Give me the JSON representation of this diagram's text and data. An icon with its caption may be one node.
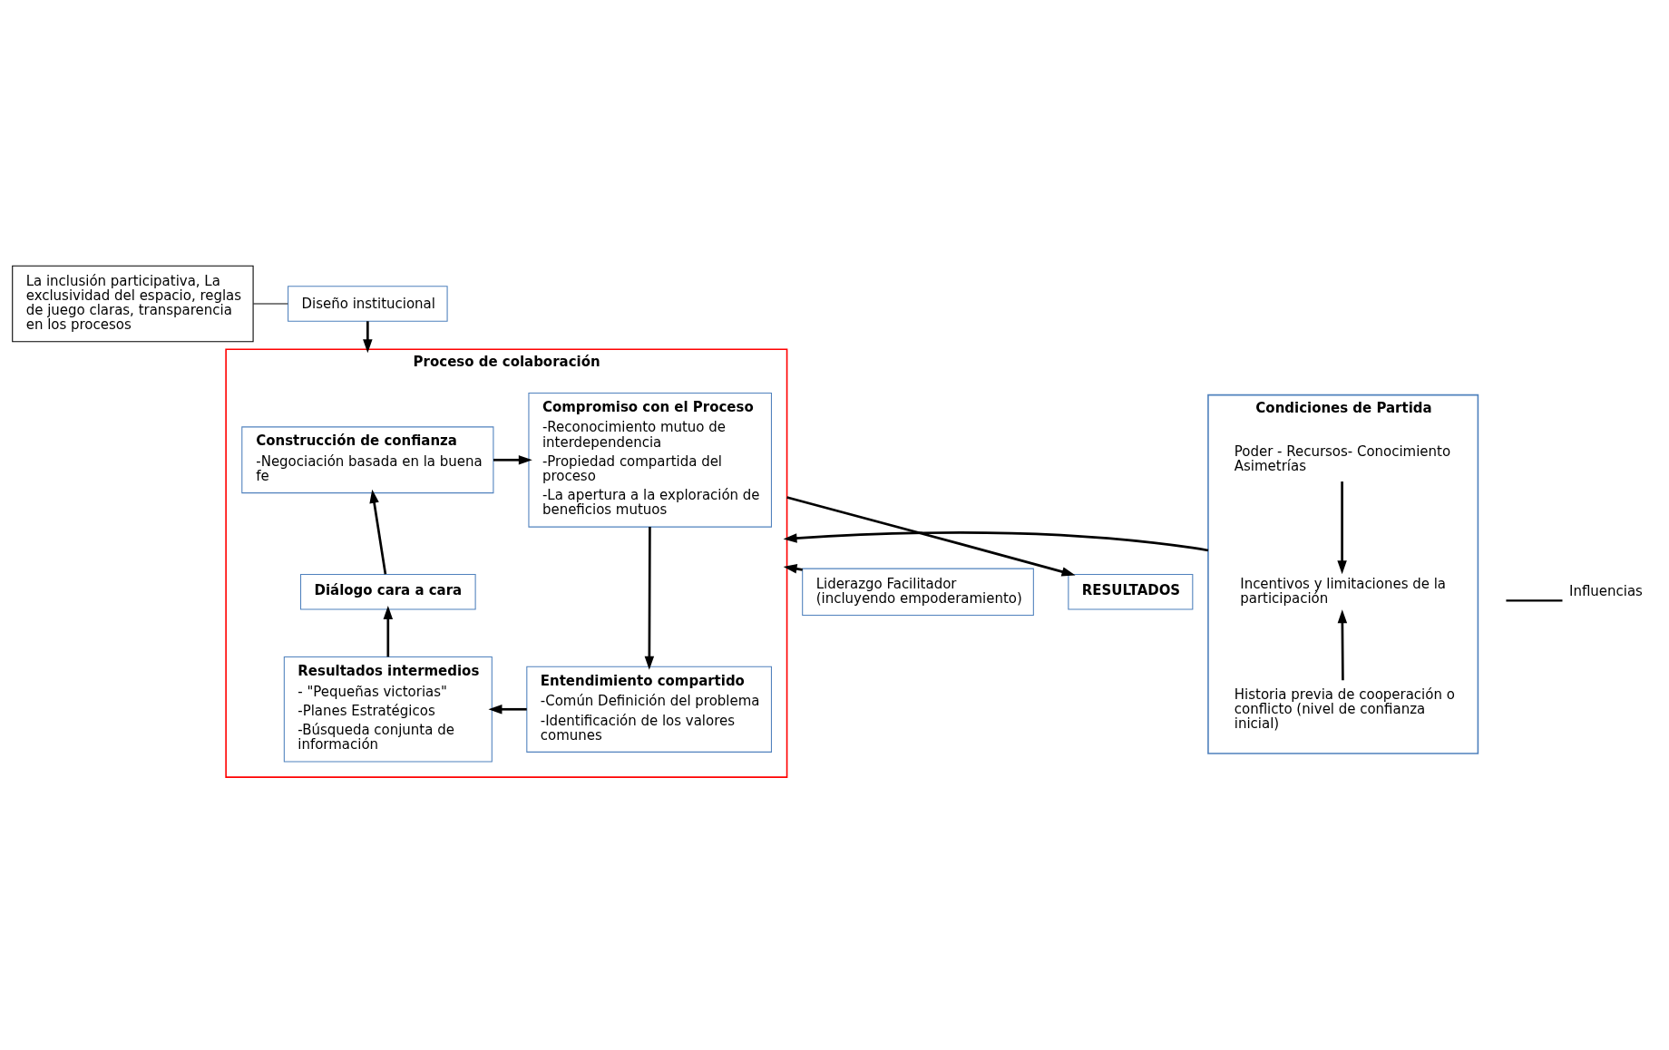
{
  "diagram": {
    "nodes": [
      {
        "text": [
          "Diseño institucional"
        ]
      },
      {
        "text": [
          "La inclusión participativa, La exclusividad del espacio, reglas de juego claras, transparencia en los procesos"
        ]
      },
      {
        "text": [
          "Condiciones de Partida"
        ]
      },
      {
        "text": [
          "Poder - Recursos- Conocimiento Asimetrías"
        ],
        "in": 2
      },
      {
        "text": [
          "Incentivos y limitaciones de la participación"
        ],
        "in": 2
      },
      {
        "text": [
          "Historia previa de cooperación o  conflicto (nivel de confianza inicial)"
        ],
        "in": 2
      },
      {
        "text": [
          "Proceso de colaboración"
        ]
      },
      {
        "text": [
          "Construcción de confianza",
          "-Negociación basada en la buena fe"
        ],
        "in": 6
      },
      {
        "text": [
          "Compromiso con el Proceso",
          "-Reconocimiento mutuo de interdependencia",
          "-Propiedad compartida del proceso",
          "-La apertura a la exploración de beneficios mutuos"
        ],
        "in": 6
      },
      {
        "text": [
          "Diálogo cara a cara"
        ],
        "in": 6
      },
      {
        "text": [
          "Resultados intermedios",
          "- \"Pequeñas victorias\"",
          "-Planes Estratégicos",
          "-Búsqueda conjunta de información"
        ],
        "in": 6
      },
      {
        "text": [
          "Entendimiento compartido",
          "-Común Definición del problema",
          "-Identificación de los valores comunes"
        ],
        "in": 6
      },
      {
        "text": [
          "RESULTADOS"
        ]
      },
      {
        "text": [
          "Liderazgo Facilitador (incluyendo empoderamiento)"
        ]
      }
    ],
    "edges": [
      {
        "from": 0,
        "to": 6,
        "arrow": "to"
      },
      {
        "from": 1,
        "to": 0,
        "arrow": "none"
      },
      {
        "from": 3,
        "to": 4,
        "arrow": "to"
      },
      {
        "from": 5,
        "to": 4,
        "arrow": "to"
      },
      {
        "from": 2,
        "to": 6,
        "arrow": "to"
      },
      {
        "from": 6,
        "to": 12,
        "arrow": "to"
      },
      {
        "from": 13,
        "to": 6,
        "arrow": "to"
      },
      {
        "from": 9,
        "to": 7,
        "arrow": "to"
      },
      {
        "from": 10,
        "to": 9,
        "arrow": "to"
      },
      {
        "from": 7,
        "to": 8,
        "arrow": "to"
      },
      {
        "from": 8,
        "to": 11,
        "arrow": "to"
      },
      {
        "from": 11,
        "to": 10,
        "arrow": "to"
      }
    ],
    "legend": [
      {
        "text": "Influencias"
      }
    ]
  }
}
